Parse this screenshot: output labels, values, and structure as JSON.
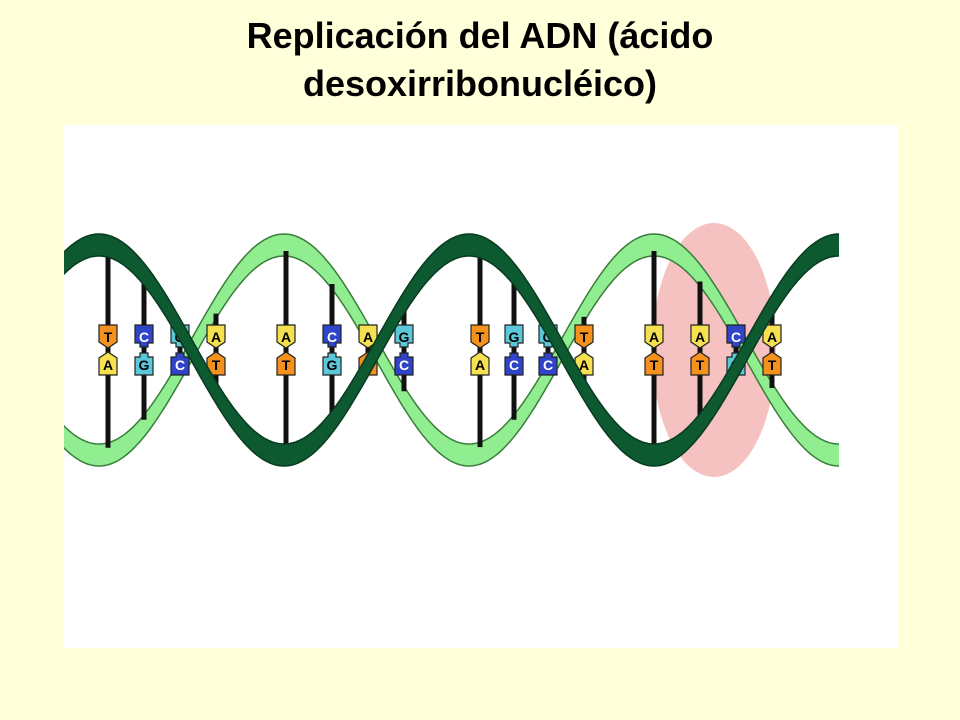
{
  "slide": {
    "title_line1": "Replicación del ADN (ácido",
    "title_line2": "desoxirribonucléico)"
  },
  "colors": {
    "background": "#ffffd9",
    "panel": "#ffffff",
    "strand_light": "#90ee90",
    "strand_dark": "#0d5a31",
    "adenine": "#f5e050",
    "thymine": "#f5921e",
    "guanine": "#5ac8d8",
    "cytosine": "#2f44c8",
    "highlight": "#f4b6b6"
  },
  "base_pairs": [
    {
      "top": "T",
      "bottom": "A"
    },
    {
      "top": "C",
      "bottom": "G"
    },
    {
      "top": "G",
      "bottom": "C"
    },
    {
      "top": "A",
      "bottom": "T"
    },
    {
      "top": "A",
      "bottom": "T"
    },
    {
      "top": "C",
      "bottom": "G"
    },
    {
      "top": "A",
      "bottom": "T"
    },
    {
      "top": "G",
      "bottom": "C"
    },
    {
      "top": "T",
      "bottom": "A"
    },
    {
      "top": "G",
      "bottom": "C"
    },
    {
      "top": "G",
      "bottom": "C"
    },
    {
      "top": "T",
      "bottom": "A"
    },
    {
      "top": "A",
      "bottom": "T"
    },
    {
      "top": "A",
      "bottom": "T"
    },
    {
      "top": "C",
      "bottom": "G"
    },
    {
      "top": "A",
      "bottom": "T"
    }
  ]
}
